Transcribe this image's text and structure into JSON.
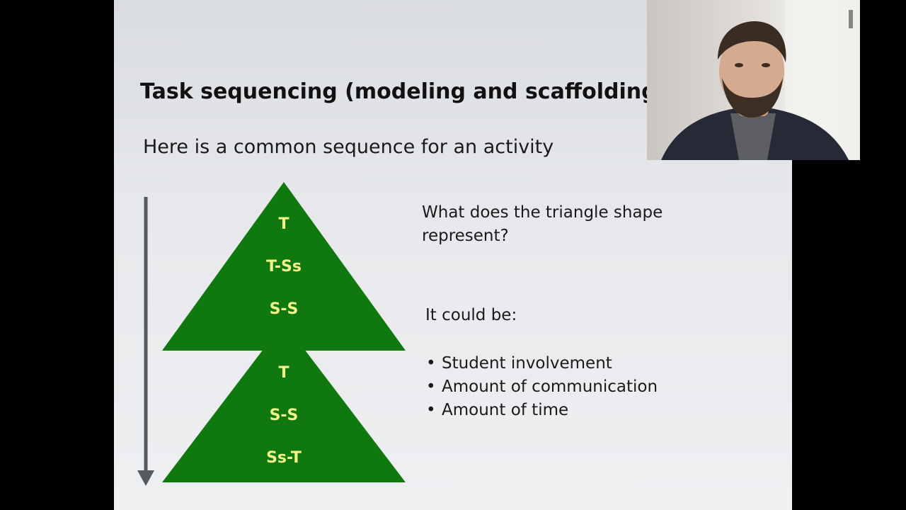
{
  "slide": {
    "title": "Task sequencing (modeling and scaffolding)",
    "subtitle": "Here is a common sequence for an activity",
    "top_triangle_labels": [
      "T",
      "T-Ss",
      "S-S"
    ],
    "bottom_triangle_labels": [
      "T",
      "S-S",
      "Ss-T"
    ],
    "question": "What does the triangle shape represent?",
    "could_be": "It could be:",
    "bullets": [
      "Student involvement",
      "Amount of communication",
      "Amount of time"
    ],
    "bullet_char": "•"
  },
  "colors": {
    "triangle_fill": "#0f780f",
    "triangle_text": "#f2f28a",
    "arrow": "#555a60"
  },
  "webcam": {
    "content": "presenter-video"
  }
}
